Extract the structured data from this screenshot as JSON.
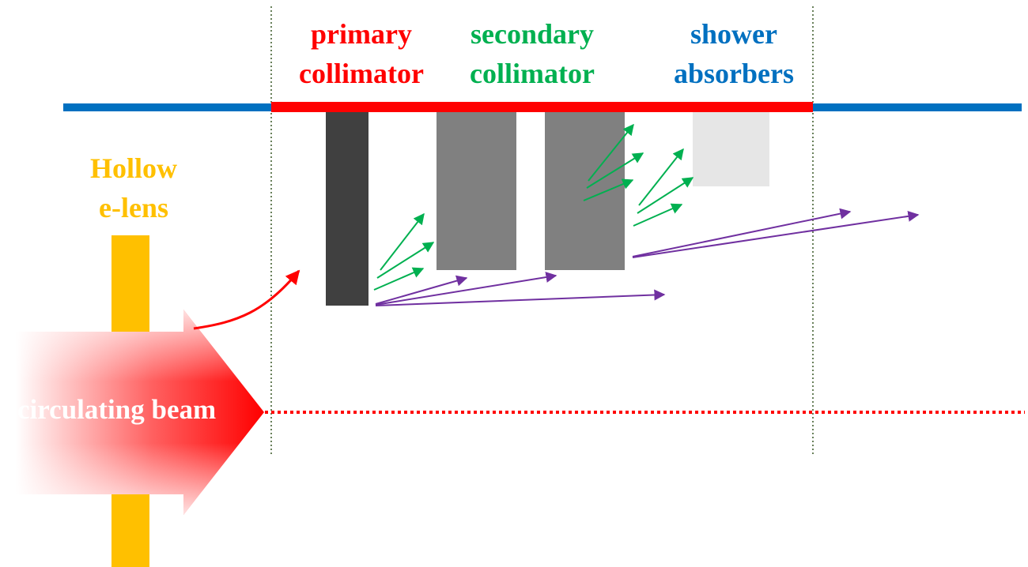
{
  "labels": {
    "primary_line1": "primary",
    "primary_line2": "collimator",
    "secondary_line1": "secondary",
    "secondary_line2": "collimator",
    "shower_line1": "shower",
    "shower_line2": "absorbers",
    "elens_line1": "Hollow",
    "elens_line2": "e-lens",
    "beam": "circulating beam"
  },
  "colors": {
    "primary": "#ff0000",
    "secondary": "#00b050",
    "shower": "#0070c0",
    "elens": "#ffc000",
    "beam_pipe": "#0070c0",
    "collimation_section": "#ff0000",
    "primary_jaw": "#404040",
    "secondary_jaw": "#808080",
    "absorber": "#e6e6e6",
    "scatter_arrows": "#00b050",
    "halo_arrows": "#7030a0",
    "boundary_lines": "#375623",
    "beam_axis": "#ff0000"
  },
  "icons": {
    "beam_arrow": "gradient-block-arrow",
    "kick_arrow": "curved-arrow"
  }
}
